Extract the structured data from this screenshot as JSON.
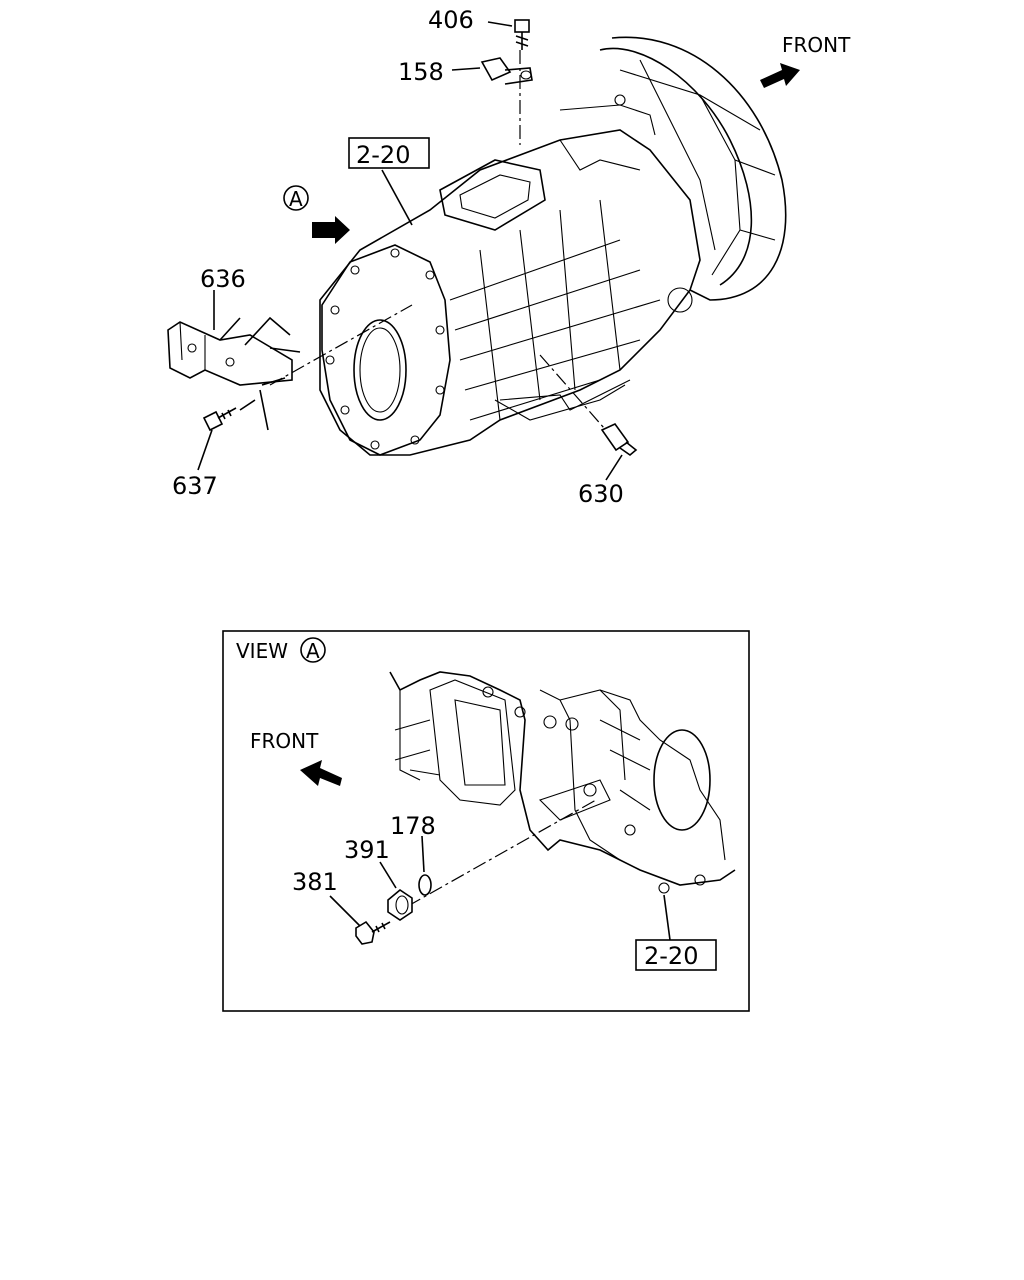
{
  "direction_label": "FRONT",
  "view_marker": "A",
  "view_label": "VIEW",
  "reference_box": "2-20",
  "callouts": {
    "p406": "406",
    "p158": "158",
    "p636": "636",
    "p637": "637",
    "p630": "630",
    "p178": "178",
    "p391": "391",
    "p381": "381"
  }
}
